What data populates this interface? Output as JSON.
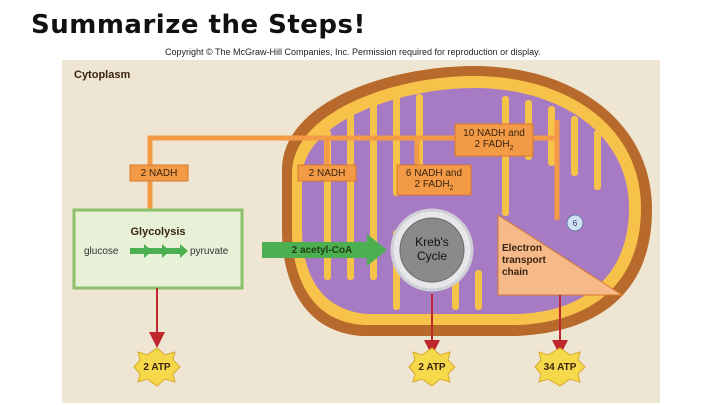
{
  "slide": {
    "title": "Summarize the Steps!",
    "copyright": "Copyright © The McGraw-Hill Companies, Inc. Permission required for reproduction or display."
  },
  "diagram": {
    "region_label": "Cytoplasm",
    "glycolysis": {
      "title": "Glycolysis",
      "input": "glucose",
      "output": "pyruvate"
    },
    "nadh_glycolysis": "2 NADH",
    "nadh_acetyl": "2 NADH",
    "nadh_krebs_line1": "6 NADH and",
    "nadh_krebs_line2": "2 FADH",
    "nadh_krebs_sub": "2",
    "nadh_total_line1": "10 NADH and",
    "nadh_total_line2": "2 FADH",
    "nadh_total_sub": "2",
    "acetyl": "2 acetyl-CoA",
    "krebs_line1": "Kreb's",
    "krebs_line2": "Cycle",
    "etc_line1": "Electron",
    "etc_line2": "transport",
    "etc_line3": "chain",
    "electron_symbol": "6",
    "atp_glycolysis": "2 ATP",
    "atp_krebs": "2 ATP",
    "atp_etc": "34 ATP",
    "colors": {
      "background": "#efe5d3",
      "membrane_outer": "#b86a2c",
      "membrane_inner": "#f6c24a",
      "matrix": "#a77bc4",
      "arrow_orange": "#f29a45",
      "arrow_red": "#c0272d",
      "glycolysis_fill": "#e6f1d8",
      "glycolysis_border": "#8dc06a",
      "acetyl_green": "#4caf50",
      "krebs_gray": "#8a8a8a",
      "atp_yellow": "#f6d94b"
    }
  }
}
